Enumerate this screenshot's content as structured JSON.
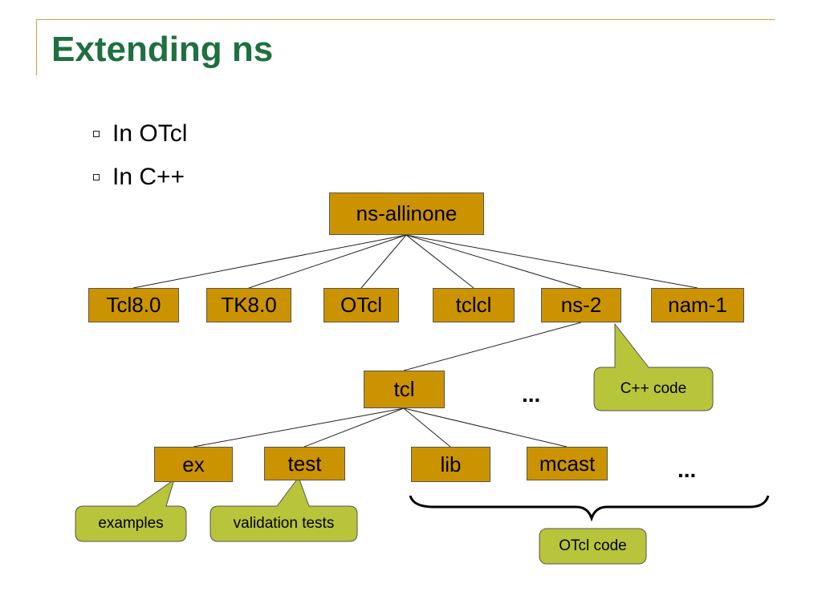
{
  "title": "Extending ns",
  "bullets": [
    "In OTcl",
    "In C++"
  ],
  "colors": {
    "title": "#1e7040",
    "accent": "#c8a23a",
    "node_fill": "#cc9300",
    "callout_fill": "#b8c43a"
  },
  "tree": {
    "root": "ns-allinone",
    "level1": [
      "Tcl8.0",
      "TK8.0",
      "OTcl",
      "tclcl",
      "ns-2",
      "nam-1"
    ],
    "level2": "tcl",
    "level2_more": "...",
    "level3": [
      "ex",
      "test",
      "lib",
      "mcast"
    ],
    "level3_more": "..."
  },
  "callouts": {
    "cpp_code": "C++ code",
    "examples": "examples",
    "validation_tests": "validation tests",
    "otcl_code": "OTcl code"
  }
}
